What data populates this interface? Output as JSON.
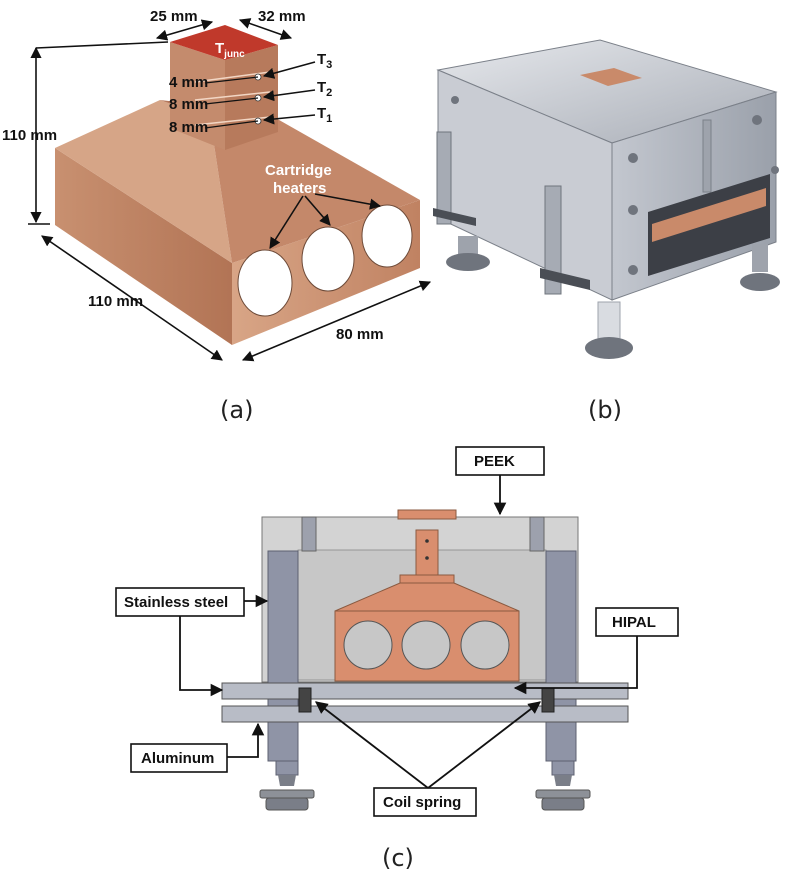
{
  "panel_a": {
    "caption": "(a)",
    "dim_top_width": "25 mm",
    "dim_top_depth": "32 mm",
    "dim_height": "110 mm",
    "dim_base_width": "110 mm",
    "dim_base_depth": "80 mm",
    "junction_label": "T",
    "junction_sub": "junc",
    "gap_1": "4 mm",
    "gap_2": "8 mm",
    "gap_3": "8 mm",
    "t3": "T",
    "t3_sub": "3",
    "t2": "T",
    "t2_sub": "2",
    "t1": "T",
    "t1_sub": "1",
    "heaters_line1": "Cartridge",
    "heaters_line2": "heaters"
  },
  "panel_b": {
    "caption": "(b)"
  },
  "panel_c": {
    "caption": "(c)",
    "peek": "PEEK",
    "stainless": "Stainless steel",
    "hipal": "HIPAL",
    "aluminum": "Aluminum",
    "coil": "Coil spring"
  },
  "colors": {
    "copper": "#c98a6a",
    "copper_dark": "#a86a4c",
    "junction": "#c0392b",
    "steel": "#8f94a6",
    "peek": "#d3d3d3",
    "aluminum": "#b8bcc6"
  }
}
